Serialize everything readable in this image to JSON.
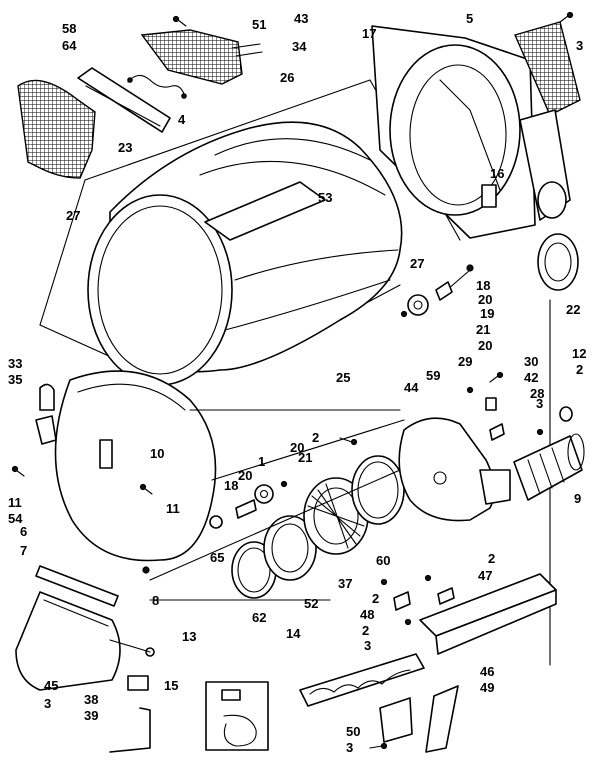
{
  "labels": [
    {
      "id": "l58a",
      "text": "58"
    },
    {
      "id": "l64",
      "text": "64"
    },
    {
      "id": "l51",
      "text": "51"
    },
    {
      "id": "l43",
      "text": "43"
    },
    {
      "id": "l34",
      "text": "34"
    },
    {
      "id": "l17",
      "text": "17"
    },
    {
      "id": "l5",
      "text": "5"
    },
    {
      "id": "l3a",
      "text": "3"
    },
    {
      "id": "l26",
      "text": "26"
    },
    {
      "id": "l4",
      "text": "4"
    },
    {
      "id": "l23",
      "text": "23"
    },
    {
      "id": "l53",
      "text": "53"
    },
    {
      "id": "l27a",
      "text": "27"
    },
    {
      "id": "l27b",
      "text": "27"
    },
    {
      "id": "l16",
      "text": "16"
    },
    {
      "id": "l18a",
      "text": "18"
    },
    {
      "id": "l20a",
      "text": "20"
    },
    {
      "id": "l19",
      "text": "19"
    },
    {
      "id": "l22",
      "text": "22"
    },
    {
      "id": "l21a",
      "text": "21"
    },
    {
      "id": "l20b",
      "text": "20"
    },
    {
      "id": "l25",
      "text": "25"
    },
    {
      "id": "l33",
      "text": "33"
    },
    {
      "id": "l35",
      "text": "35"
    },
    {
      "id": "l29",
      "text": "29"
    },
    {
      "id": "l30",
      "text": "30"
    },
    {
      "id": "l12",
      "text": "12"
    },
    {
      "id": "l42",
      "text": "42"
    },
    {
      "id": "l2a",
      "text": "2"
    },
    {
      "id": "l59",
      "text": "59"
    },
    {
      "id": "l44",
      "text": "44"
    },
    {
      "id": "l28",
      "text": "28"
    },
    {
      "id": "l3b",
      "text": "3"
    },
    {
      "id": "l2b",
      "text": "2"
    },
    {
      "id": "l10",
      "text": "10"
    },
    {
      "id": "l20c",
      "text": "20"
    },
    {
      "id": "l21b",
      "text": "21"
    },
    {
      "id": "l1",
      "text": "1"
    },
    {
      "id": "l20d",
      "text": "20"
    },
    {
      "id": "l18b",
      "text": "18"
    },
    {
      "id": "l11a",
      "text": "11"
    },
    {
      "id": "l11b",
      "text": "11"
    },
    {
      "id": "l54",
      "text": "54"
    },
    {
      "id": "l9",
      "text": "9"
    },
    {
      "id": "l6",
      "text": "6"
    },
    {
      "id": "l65",
      "text": "65"
    },
    {
      "id": "l60",
      "text": "60"
    },
    {
      "id": "l7",
      "text": "7"
    },
    {
      "id": "l37",
      "text": "37"
    },
    {
      "id": "l2c",
      "text": "2"
    },
    {
      "id": "l47",
      "text": "47"
    },
    {
      "id": "l8",
      "text": "8"
    },
    {
      "id": "l62",
      "text": "62"
    },
    {
      "id": "l52",
      "text": "52"
    },
    {
      "id": "l2d",
      "text": "2"
    },
    {
      "id": "l48",
      "text": "48"
    },
    {
      "id": "l2e",
      "text": "2"
    },
    {
      "id": "l13",
      "text": "13"
    },
    {
      "id": "l14",
      "text": "14"
    },
    {
      "id": "l3c",
      "text": "3"
    },
    {
      "id": "l46",
      "text": "46"
    },
    {
      "id": "l49",
      "text": "49"
    },
    {
      "id": "l45",
      "text": "45"
    },
    {
      "id": "l15",
      "text": "15"
    },
    {
      "id": "l3d",
      "text": "3"
    },
    {
      "id": "l38",
      "text": "38"
    },
    {
      "id": "l39",
      "text": "39"
    },
    {
      "id": "l50",
      "text": "50"
    },
    {
      "id": "l3e",
      "text": "3"
    }
  ]
}
